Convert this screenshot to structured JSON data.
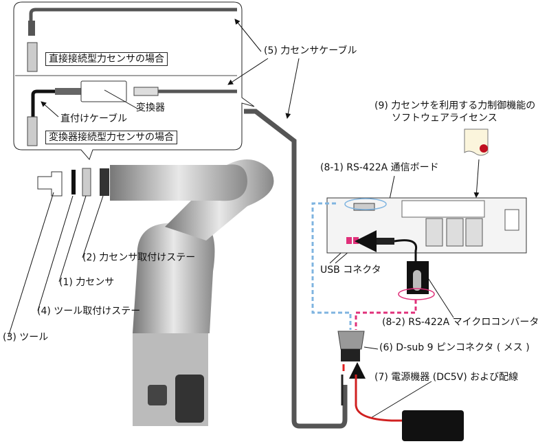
{
  "callout": {
    "direct_case": "直接接続型力センサの場合",
    "converter_case": "変換器接続型力センサの場合",
    "converter": "変換器",
    "direct_cable": "直付けケーブル"
  },
  "labels": {
    "cable": "(5) 力センサケーブル",
    "license_line1": "(9) 力センサを利用する力制御機能の",
    "license_line2": "ソフトウェアライセンス",
    "board": "(8-1) RS-422A 通信ボード",
    "usb": "USB コネクタ",
    "micro_converter": "(8-2) RS-422A マイクロコンバータ",
    "dsub": "(6) D-sub 9 ピンコネクタ ( メス )",
    "power": "(7) 電源機器 (DC5V) および配線",
    "sensor_stay": "(2) 力センサ取付けステー",
    "sensor": "(1) 力センサ",
    "tool_stay": "(4) ツール取付けステー",
    "tool": "(3) ツール"
  },
  "colors": {
    "cable": "#555555",
    "usb": "#e0307a",
    "serial": "#7fb4e0",
    "power_wire": "#d02020"
  }
}
